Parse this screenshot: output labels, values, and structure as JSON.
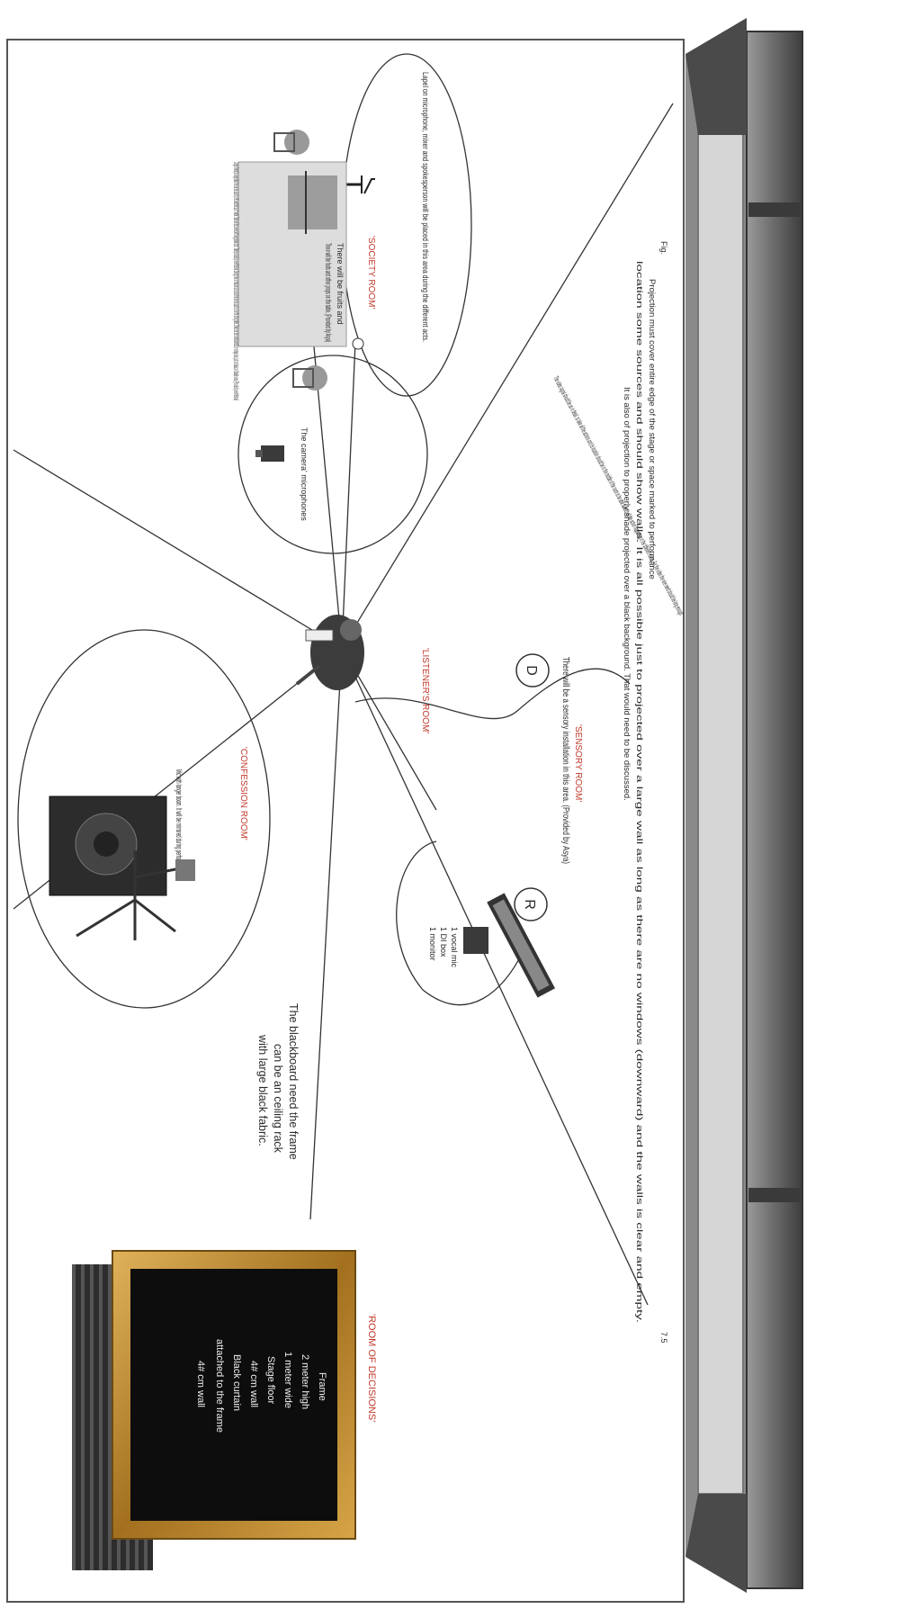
{
  "orientation": "rotated 90 degrees clockwise",
  "colors": {
    "room_label": "#c0392b",
    "stage_wall": "#5c5c5c",
    "frame_gold": "#b8862e",
    "text": "#2a2a2a"
  },
  "stage_notes": {
    "line1": "Projection must cover entire edge of the stage or space marked to performance",
    "line2": "location some sources and should show walls. It is all possible just to projected over a large wall as long as there are no windows (downward) and the walls is clear and empty.",
    "line3": "It is also of projection to properly shade projected over a black background. That would need to be discussed.",
    "fig_left": "Fig.",
    "fig_right": "7.5"
  },
  "rooms": {
    "society": {
      "title": "'SOCIETY ROOM'",
      "lapel_note": "Lapel on microphone, mixer and spokesperson will be placed in this area during the different acts.",
      "table_note": "There will be fruits and other props on the table. (Provided by Asya)",
      "chairs_note": "Longer format (no large table that can be used to) ethic aesthetic don't matter. Table will be covered with large black cloth. Table provided by event/festival. Swing chair or medium size stools that can be used to sit at the dining table. Chairs can be normal domestic or vintage look, just not classic or foldable ones. (Provided by event/festival)",
      "camera_note": "The camera' microphones"
    },
    "diagonal_note": "The video signal should be as in detail, to take all the actions and its location should be in the middle of the room to be able to catch all the action happening in the different rooms. For the video the wire need should be long enough.",
    "listener": {
      "title": "'LISTENER'S ROOM'"
    },
    "sensory": {
      "title": "'SENSORY ROOM'",
      "note": "There will be a sensory installation in this area. (Provided by Asya)",
      "marker": "D"
    },
    "confession": {
      "title": "'CONFESSION ROOM'",
      "note": "Mic with longer boom. It will be mirrored during performance."
    },
    "r_area": {
      "marker": "R",
      "items": [
        "1 vocal mic",
        "1 DI box",
        "1 monitor"
      ]
    },
    "decisions": {
      "title": "'ROOM OF DECISIONS'",
      "blackboard_note": [
        "The blackboard need the frame",
        "can be an ceiling rack",
        "with large black fabric."
      ],
      "board_lines": [
        "Frame",
        "2 meter high",
        "1 meter wide",
        "Stage floor",
        "4# cm wall",
        "Black curtain",
        "attached to the frame",
        "4# cm wall"
      ]
    }
  },
  "icons": [
    "mic-stand-icon",
    "table-chair-icon",
    "chair-icon",
    "camera-icon",
    "person-icon",
    "speaker-icon",
    "keyboard-icon",
    "amp-icon",
    "stage-platform-icon",
    "chalkboard-icon"
  ]
}
